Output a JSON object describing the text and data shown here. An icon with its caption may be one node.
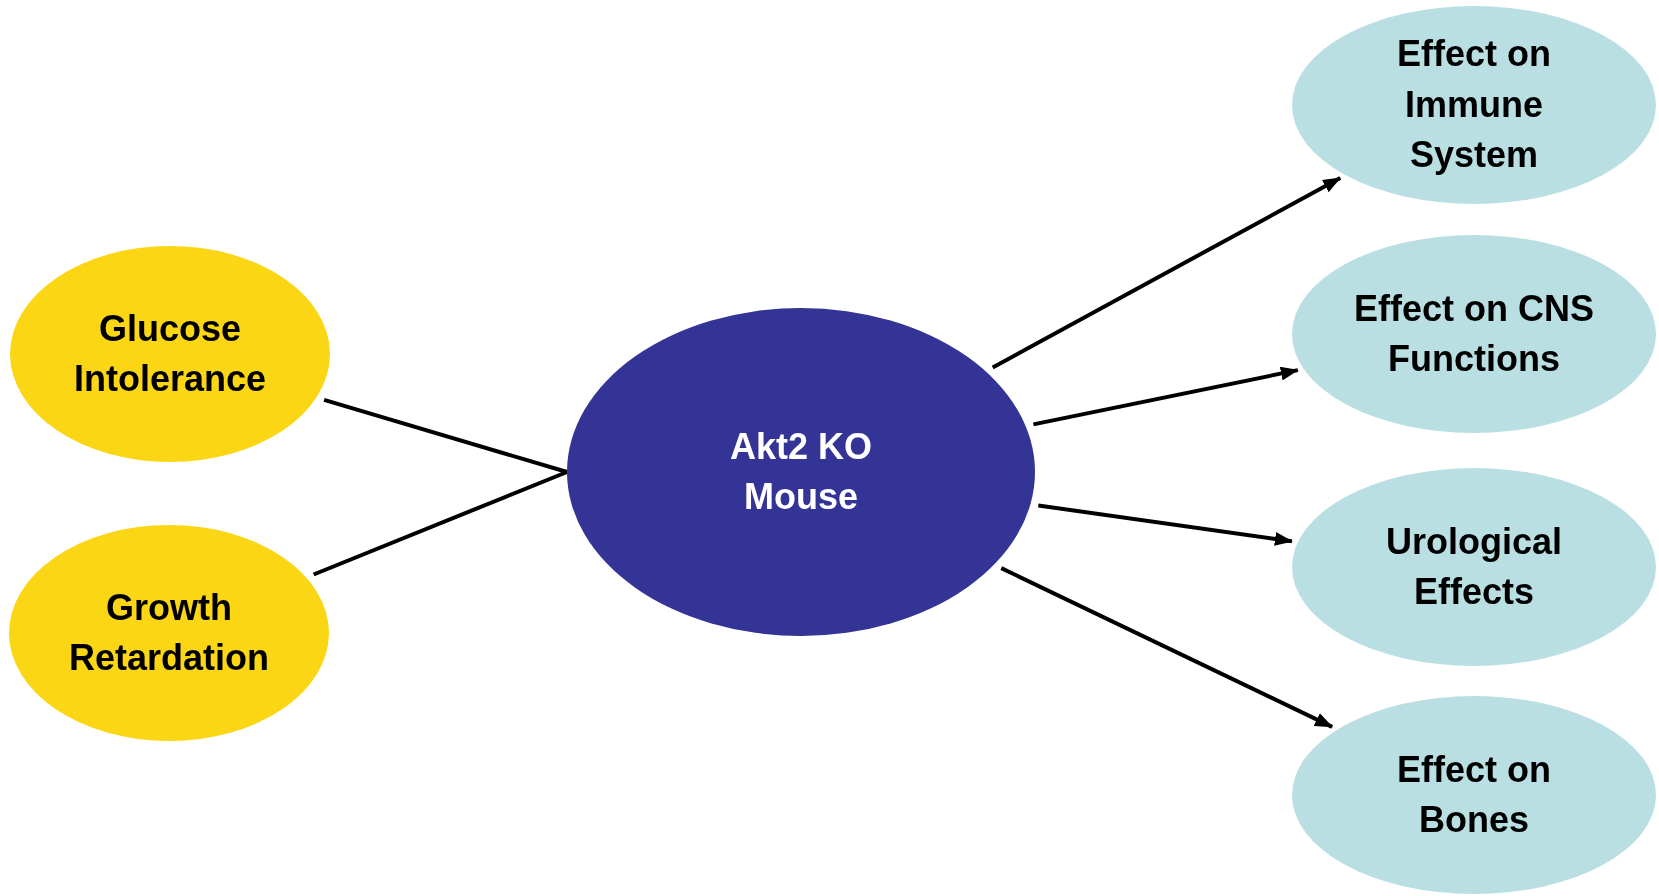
{
  "diagram": {
    "nodes": [
      {
        "text": [
          "Glucose Intolerance"
        ]
      },
      {
        "text": [
          "Growth Retardation"
        ]
      },
      {
        "text": [
          "Akt2 KO Mouse"
        ]
      },
      {
        "text": [
          "Effect on Immune System"
        ]
      },
      {
        "text": [
          "Effect on CNS Functions"
        ]
      },
      {
        "text": [
          "Urological Effects"
        ]
      },
      {
        "text": [
          "Effect on Bones"
        ]
      }
    ],
    "edges": [
      {
        "from": 0,
        "to": 2,
        "arrow": "none"
      },
      {
        "from": 1,
        "to": 2,
        "arrow": "none"
      },
      {
        "from": 2,
        "to": 3,
        "arrow": "to"
      },
      {
        "from": 2,
        "to": 4,
        "arrow": "to"
      },
      {
        "from": 2,
        "to": 5,
        "arrow": "to"
      },
      {
        "from": 2,
        "to": 6,
        "arrow": "to"
      }
    ]
  }
}
